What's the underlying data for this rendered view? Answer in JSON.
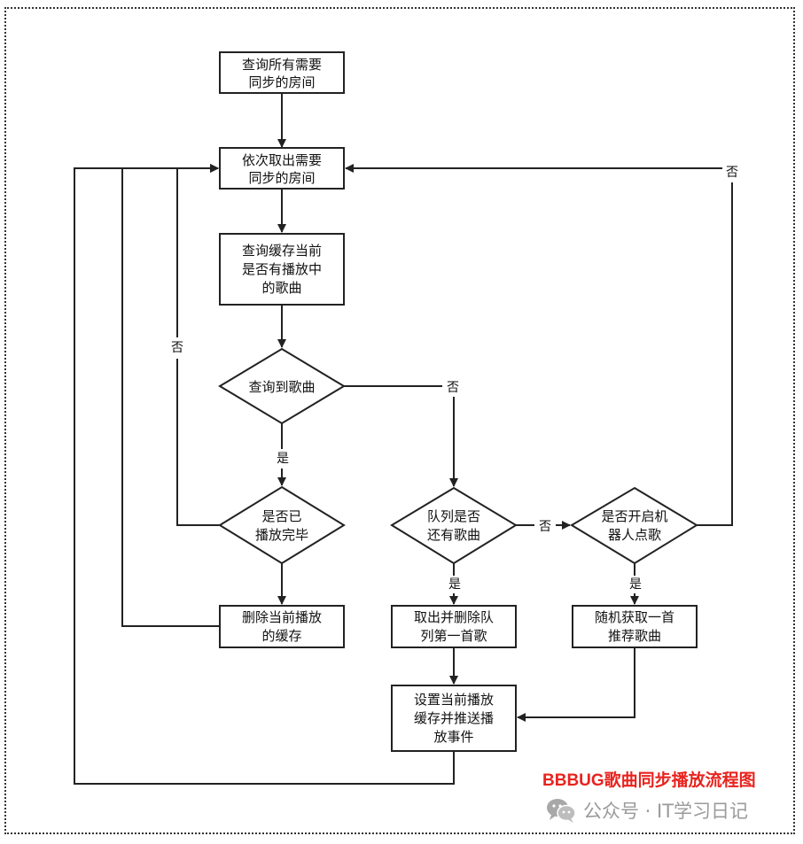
{
  "diagram": {
    "nodes": {
      "query_rooms": [
        "查询所有需要",
        "同步的房间"
      ],
      "take_room": [
        "依次取出需要",
        "同步的房间"
      ],
      "query_cache": [
        "查询缓存当前",
        "是否有播放中",
        "的歌曲"
      ],
      "found_song": [
        "查询到歌曲"
      ],
      "finished": [
        "是否已",
        "播放完毕"
      ],
      "delete_cache": [
        "删除当前播放",
        "的缓存"
      ],
      "queue_has": [
        "队列是否",
        "还有歌曲"
      ],
      "take_queue": [
        "取出并删除队",
        "列第一首歌"
      ],
      "robot_enabled": [
        "是否开启机",
        "器人点歌"
      ],
      "random_song": [
        "随机获取一首",
        "推荐歌曲"
      ],
      "set_cache": [
        "设置当前播放",
        "缓存并推送播",
        "放事件"
      ]
    },
    "edge_labels": {
      "found_yes": "是",
      "found_no": "否",
      "finished_no": "否",
      "queue_yes": "是",
      "queue_no": "否",
      "robot_yes": "是",
      "robot_no": "否"
    },
    "title": "BBBUG歌曲同步播放流程图",
    "title_color": "#e8231e",
    "watermark": {
      "icon": "wechat-icon",
      "text": "公众号 · IT学习日记"
    }
  }
}
